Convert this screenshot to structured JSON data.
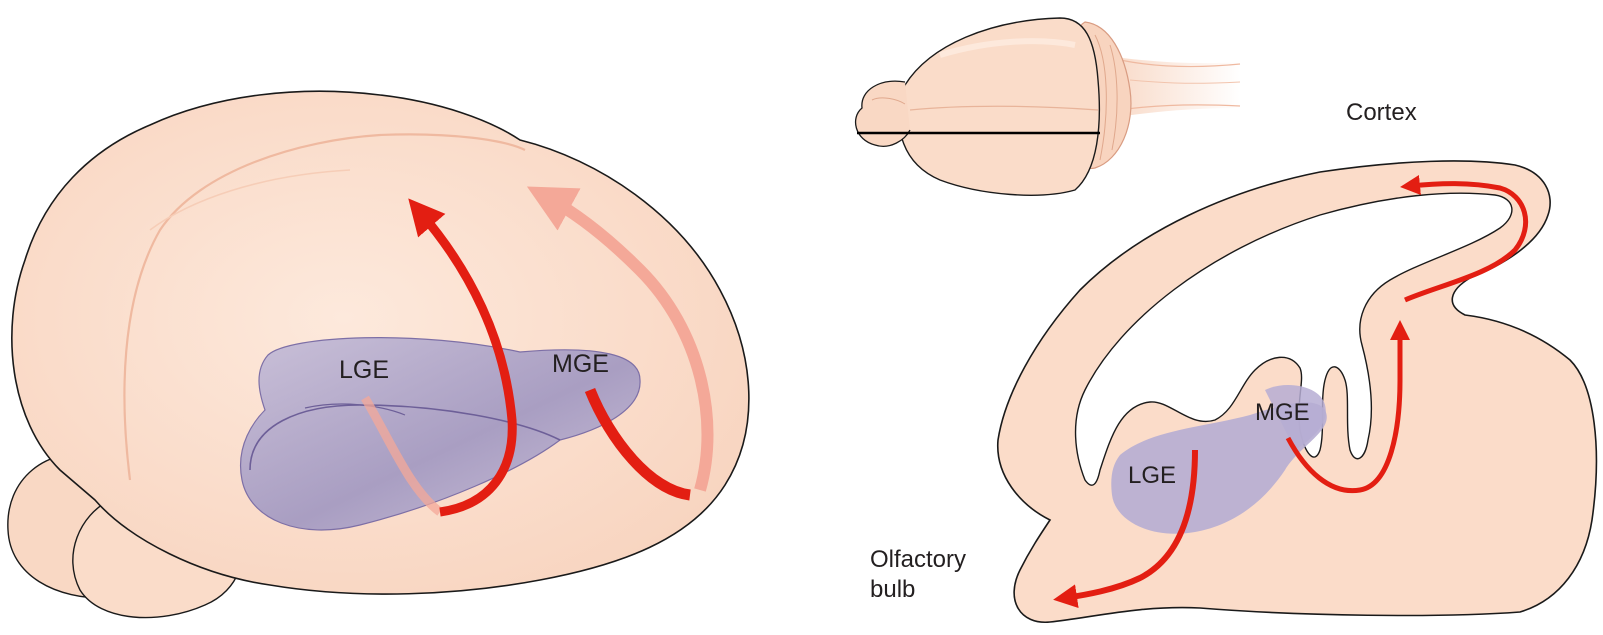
{
  "figure": {
    "left_panel": {
      "labels": {
        "lge": "LGE",
        "mge": "MGE"
      }
    },
    "right_panel": {
      "labels": {
        "cortex": "Cortex",
        "lge": "LGE",
        "mge": "MGE",
        "olfactory_line1": "Olfactory",
        "olfactory_line2": "bulb"
      }
    }
  },
  "colors": {
    "tissue": "#fbdcc9",
    "tissue_highlight": "#fde9dc",
    "tissue_shade": "#f2c4ad",
    "outline": "#1a1a1a",
    "eminence": "#a69cc4",
    "eminence_outline": "#7d6fa6",
    "arrow": "#e31e12",
    "arrow_faded": "#f4a898",
    "section_line": "#000000"
  }
}
